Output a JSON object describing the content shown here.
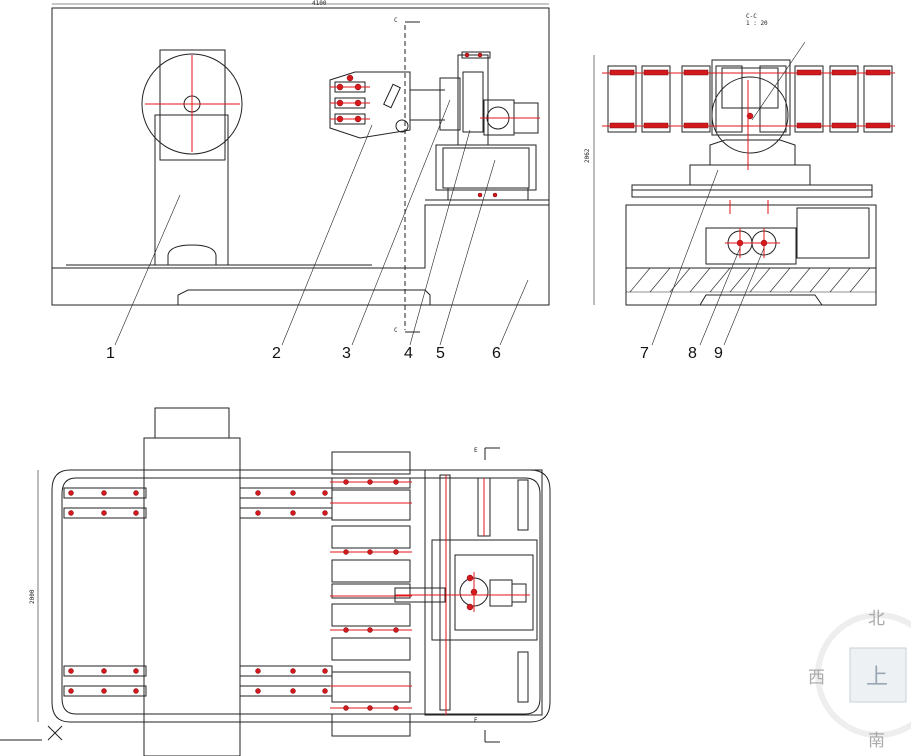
{
  "drawing": {
    "part_labels": [
      "1",
      "2",
      "3",
      "4",
      "5",
      "6",
      "7",
      "8",
      "9"
    ],
    "section_marks": {
      "c": "C",
      "e": "E"
    },
    "section_title": "C-C",
    "section_scale": "1 : 20",
    "dimension_top": "4100",
    "dimension_right": "2062",
    "dimension_left": "2000"
  },
  "compass": {
    "north": "北",
    "west": "西",
    "south": "南",
    "button": "上"
  },
  "colors": {
    "line": "#222222",
    "accent": "#e0161b"
  }
}
